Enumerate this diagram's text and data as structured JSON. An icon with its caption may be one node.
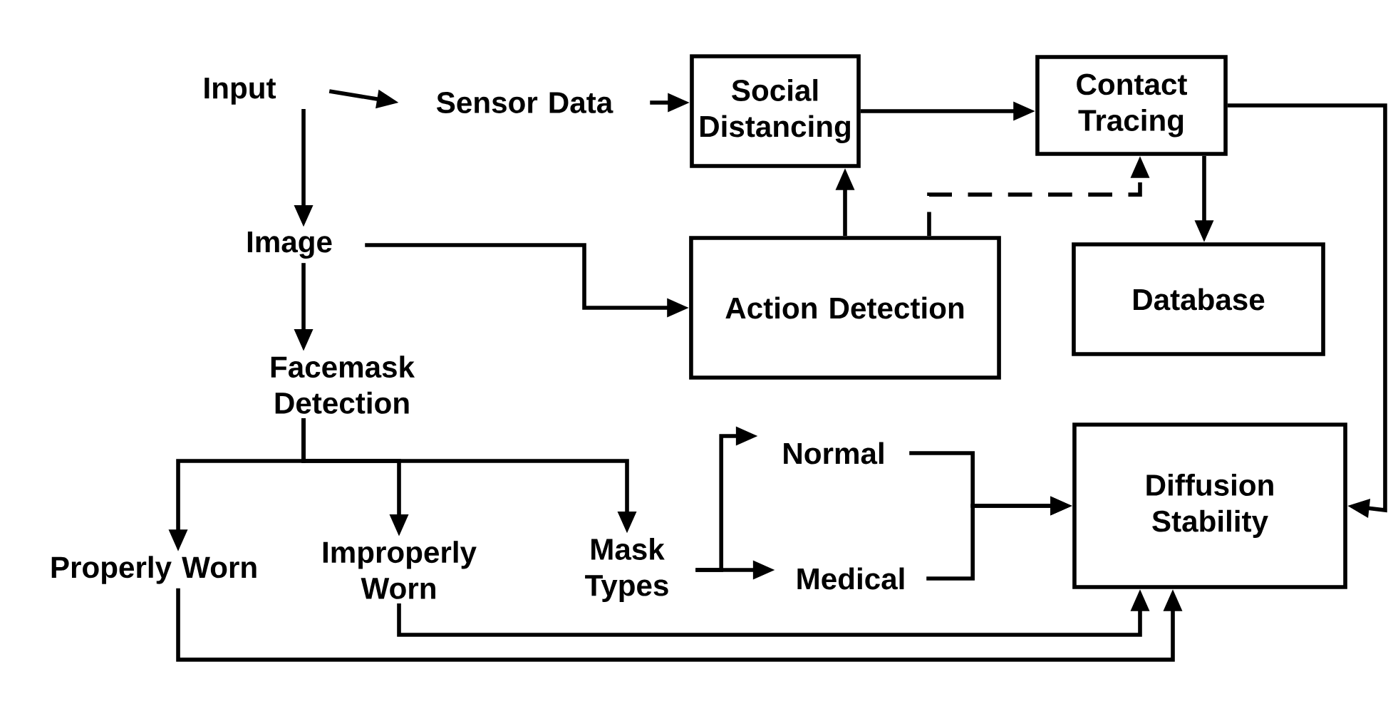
{
  "diagram": {
    "nodes": [
      {
        "text": [
          "Input"
        ]
      },
      {
        "text": [
          "Sensor Data"
        ]
      },
      {
        "text": [
          "Social Distancing"
        ]
      },
      {
        "text": [
          "Contact Tracing"
        ]
      },
      {
        "text": [
          "Image"
        ]
      },
      {
        "text": [
          "Action Detection"
        ]
      },
      {
        "text": [
          "Database"
        ]
      },
      {
        "text": [
          "Facemask Detection"
        ]
      },
      {
        "text": [
          "Properly Worn"
        ]
      },
      {
        "text": [
          "Improperly Worn"
        ]
      },
      {
        "text": [
          "Mask Types"
        ]
      },
      {
        "text": [
          "Normal"
        ]
      },
      {
        "text": [
          "Medical"
        ]
      },
      {
        "text": [
          "Diffusion Stability"
        ]
      }
    ],
    "edges": [
      {
        "from": 0,
        "to": 1,
        "arrow": "to"
      },
      {
        "from": 0,
        "to": 4,
        "arrow": "to"
      },
      {
        "from": 1,
        "to": 2,
        "arrow": "to"
      },
      {
        "from": 2,
        "to": 3,
        "arrow": "to"
      },
      {
        "from": 3,
        "to": 6,
        "arrow": "to"
      },
      {
        "from": 3,
        "to": 13,
        "arrow": "to"
      },
      {
        "from": 4,
        "to": 5,
        "arrow": "to"
      },
      {
        "from": 5,
        "to": 2,
        "arrow": "to"
      },
      {
        "from": 5,
        "to": 3,
        "arrow": "to",
        "style": "dashed"
      },
      {
        "from": 4,
        "to": 7,
        "arrow": "to"
      },
      {
        "from": 7,
        "to": 8,
        "arrow": "to"
      },
      {
        "from": 7,
        "to": 9,
        "arrow": "to"
      },
      {
        "from": 7,
        "to": 10,
        "arrow": "to"
      },
      {
        "from": 10,
        "to": 11,
        "arrow": "to"
      },
      {
        "from": 10,
        "to": 12,
        "arrow": "to"
      },
      {
        "from": 11,
        "to": 13,
        "arrow": "to"
      },
      {
        "from": 12,
        "to": 13,
        "arrow": "to"
      },
      {
        "from": 9,
        "to": 13,
        "arrow": "to"
      },
      {
        "from": 8,
        "to": 13,
        "arrow": "to"
      }
    ]
  }
}
